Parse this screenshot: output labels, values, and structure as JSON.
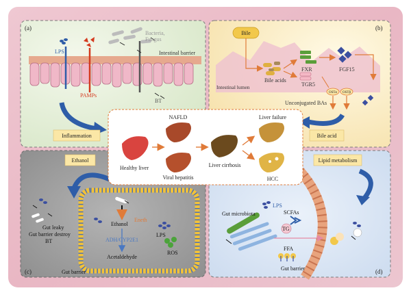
{
  "panels": {
    "a": {
      "letter": "(a)",
      "lps": "LPS",
      "bacteria": "Bacteria,",
      "fungus": "Fungus",
      "barrier": "Intestinal barrier",
      "pamps": "PAMPs",
      "bt": "BT",
      "badge": "Inflammation"
    },
    "b": {
      "letter": "(b)",
      "bile": "Bile",
      "lumen": "Intestinal lumen",
      "bile_acids": "Bile acids",
      "fxr": "FXR",
      "tgr5": "TGR5",
      "fgf15": "FGF15",
      "osta": "OSTα",
      "ostb": "OSTβ",
      "unconj": "Unconjugated BAs",
      "badge": "Bile acid"
    },
    "c": {
      "letter": "(c)",
      "badge": "Ethanol",
      "gut_leaky": "Gut leaky",
      "destroy": "Gut barrier destroy",
      "bt": "BT",
      "ethanol": "Ethanol",
      "eneth": "Eneth",
      "enzymes": "ADH/CYP2E1",
      "lps": "LPS",
      "ros": "ROS",
      "acetaldehyde": "Acetaldehyde",
      "gut_barrier": "Gut barrier"
    },
    "d": {
      "letter": "(d)",
      "badge": "Lipid metabolism",
      "microbiota": "Gut microbiota",
      "lps": "LPS",
      "scfas": "SCFAs",
      "tg": "TG",
      "ffa": "FFA",
      "gut_barrier": "Gut barrier"
    }
  },
  "center": {
    "nafld": "NAFLD",
    "liver_failure": "Liver failure",
    "healthy": "Healthy liver",
    "cirrhosis": "Liver cirrhosis",
    "viral": "Viral hepatitis",
    "hcc": "HCC"
  },
  "colors": {
    "a_bg": "#e2ecd5",
    "b_bg": "#fbeec4",
    "c_bg": "#9c9c9c",
    "d_bg": "#d5e1f0",
    "outer": "#e7b9c5",
    "badge": "#fbe7a6",
    "arrow": "#2e5da8",
    "orange": "#e07b39",
    "villi": "#f0b8c8",
    "lumen": "#efc3cf"
  }
}
